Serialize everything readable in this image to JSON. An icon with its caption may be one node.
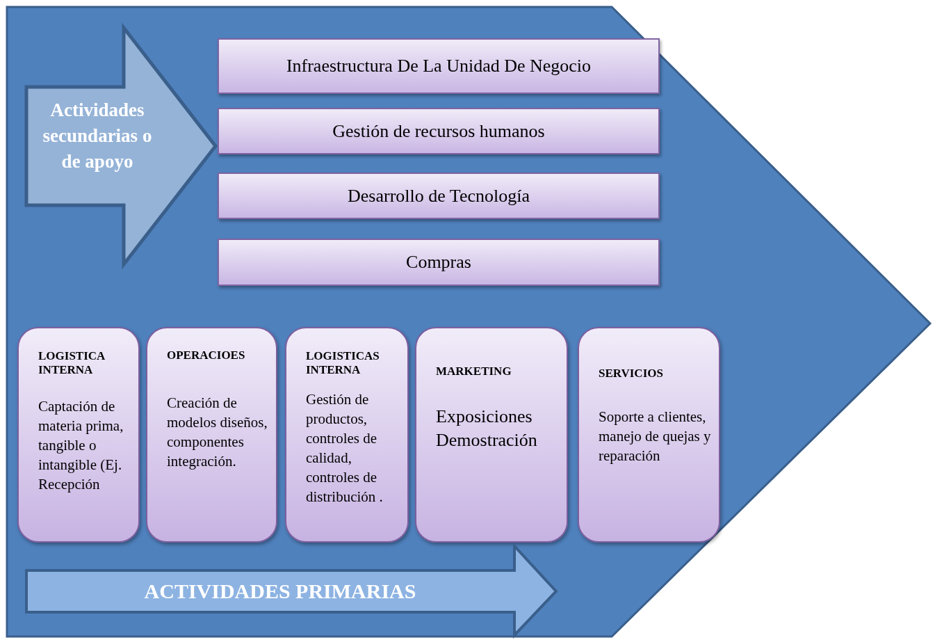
{
  "diagram": {
    "nodes": [
      {
        "text": [],
        "shape": "pentagon"
      },
      {
        "text": [
          "Actividades secundarias o de apoyo"
        ],
        "in": 0
      },
      {
        "text": [
          "Infraestructura De La Unidad De Negocio"
        ],
        "in": 0
      },
      {
        "text": [
          "Gestión de recursos humanos"
        ],
        "in": 0
      },
      {
        "text": [
          "Desarrollo de Tecnología"
        ],
        "in": 0
      },
      {
        "text": [
          "Compras"
        ],
        "in": 0
      },
      {
        "text": [
          "LOGISTICA INTERNA",
          "Captación de materia prima, tangible o intangible (Ej. Recepción"
        ],
        "in": 0
      },
      {
        "text": [
          "OPERACIOES",
          "Creación de modelos diseños, componentes integración."
        ],
        "in": 0
      },
      {
        "text": [
          "LOGISTICAS INTERNA",
          "Gestión de productos, controles de calidad, controles de distribución ."
        ],
        "in": 0
      },
      {
        "text": [
          "MARKETING",
          "Exposiciones Demostración"
        ],
        "in": 0
      },
      {
        "text": [
          "SERVICIOS",
          "Soporte a clientes, manejo de quejas y reparación"
        ],
        "in": 0
      },
      {
        "text": [
          "ACTIVIDADES PRIMARIAS"
        ],
        "in": 0
      }
    ]
  }
}
